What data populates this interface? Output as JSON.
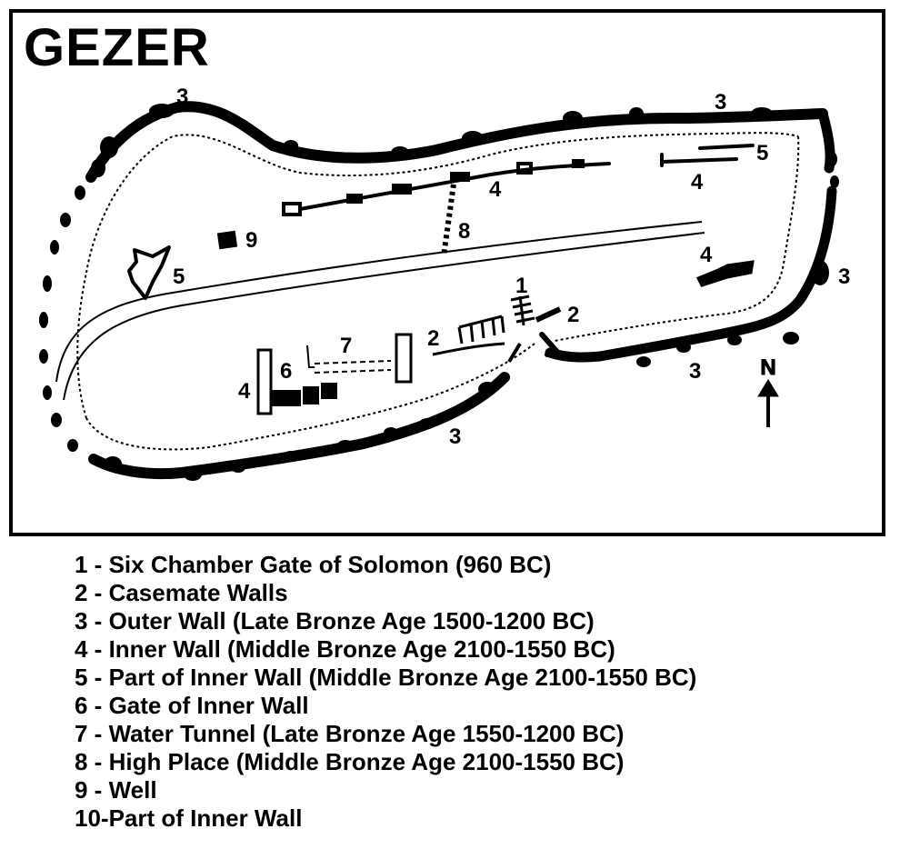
{
  "map": {
    "title": "GEZER",
    "north_label": "N",
    "colors": {
      "ink": "#000000",
      "background": "#ffffff"
    },
    "labels": {
      "gate_1": "1",
      "casemate_2_left": "2",
      "casemate_2_right": "2",
      "outer_wall_3_nw": "3",
      "outer_wall_3_ne": "3",
      "outer_wall_3_e": "3",
      "outer_wall_3_se": "3",
      "outer_wall_3_s": "3",
      "inner_wall_4_north": "4",
      "inner_wall_4_ne": "4",
      "inner_wall_4_east": "4",
      "inner_wall_4_sw": "4",
      "inner_wall_5_west": "5",
      "inner_wall_5_ne": "5",
      "gate_6": "6",
      "tunnel_7": "7",
      "high_place_8": "8",
      "well_9": "9"
    }
  },
  "legend": [
    "1 - Six Chamber Gate of Solomon (960 BC)",
    "2 - Casemate Walls",
    "3 - Outer Wall (Late Bronze Age 1500-1200 BC)",
    "4 - Inner Wall (Middle Bronze Age 2100-1550 BC)",
    "5 - Part of Inner Wall (Middle Bronze Age 2100-1550 BC)",
    "6 - Gate of Inner Wall",
    "7 - Water Tunnel (Late Bronze Age 1550-1200 BC)",
    "8 - High Place (Middle Bronze Age 2100-1550 BC)",
    "9 - Well",
    "10-Part of Inner Wall"
  ]
}
